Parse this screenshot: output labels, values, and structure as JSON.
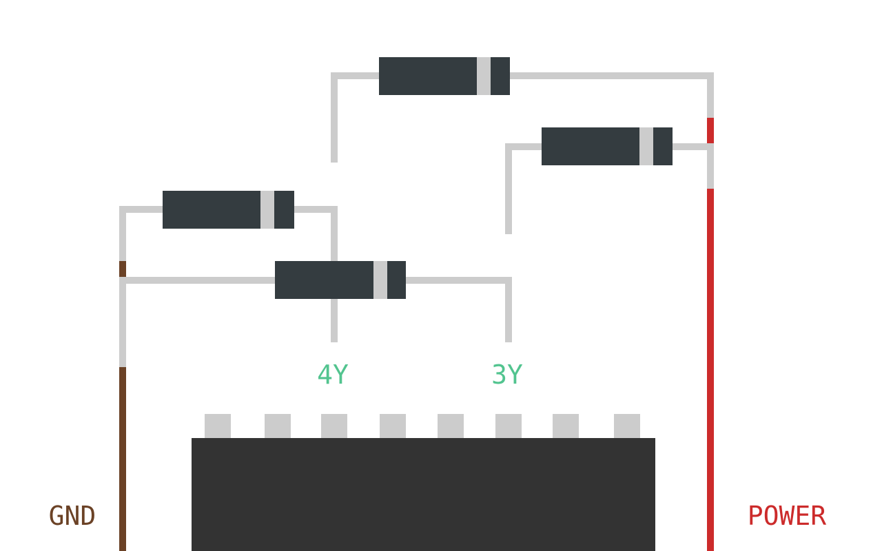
{
  "labels": {
    "gnd": "GND",
    "power": "POWER",
    "pin_4y": "4Y",
    "pin_3y": "3Y"
  },
  "colors": {
    "background": "#ffffff",
    "wire": "#cccccc",
    "gnd_rail": "#6b4226",
    "power_rail": "#cc2b2b",
    "chip_body": "#333333",
    "chip_pin": "#cccccc",
    "diode_body": "#343c40",
    "diode_band": "#cccccc",
    "pin_label": "#52c48f",
    "gnd_label": "#6b4226",
    "power_label": "#cc2b2b"
  },
  "components": {
    "diodes": [
      "diode-1",
      "diode-2",
      "diode-3",
      "diode-4"
    ],
    "chip_pin_count_top": 8
  }
}
